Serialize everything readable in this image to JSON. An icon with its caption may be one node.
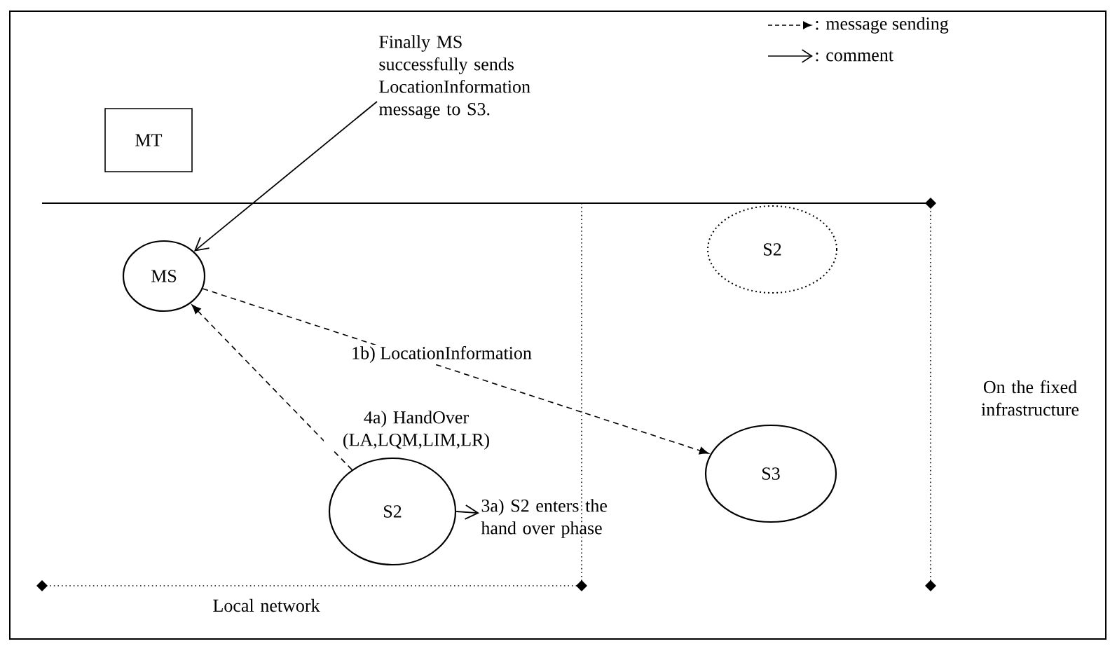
{
  "diagram": {
    "nodes": [
      {
        "text": [
          "MT"
        ]
      },
      {
        "text": [
          "Finally MS successfully sends LocationInformation message to S3."
        ]
      },
      {
        "text": [
          "MS"
        ]
      },
      {
        "text": [
          "S2"
        ]
      },
      {
        "text": [
          "S3"
        ]
      },
      {
        "text": [
          "S2"
        ]
      },
      {
        "text": [
          "3a) S2 enters the hand over phase"
        ]
      }
    ],
    "edges": [
      {
        "from": 1,
        "to": 2,
        "arrow": "to"
      },
      {
        "from": 2,
        "to": 4,
        "arrow": "to",
        "style": "dashed",
        "label": "1b) LocationInformation"
      },
      {
        "from": 5,
        "to": 2,
        "arrow": "to",
        "style": "dashed",
        "label": "4a) HandOver (LA,LQM,LIM,LR)"
      },
      {
        "from": 5,
        "to": 6,
        "arrow": "to"
      }
    ],
    "labels": [
      "On the fixed infrastructure",
      "Local network"
    ],
    "legend": [
      {
        "text": ": message sending"
      },
      {
        "text": ": comment"
      }
    ]
  }
}
